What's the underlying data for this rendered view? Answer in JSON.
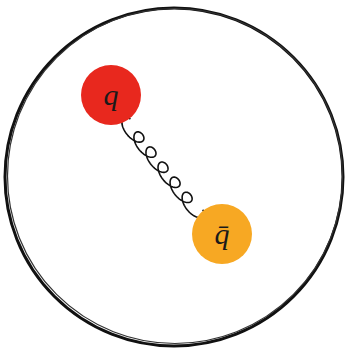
{
  "diagram": {
    "nodes": [
      {
        "text": [
          "q"
        ]
      },
      {
        "text": [
          "q̄"
        ]
      }
    ],
    "edges": [
      {
        "from": 0,
        "to": 1,
        "arrow": "none"
      }
    ]
  }
}
